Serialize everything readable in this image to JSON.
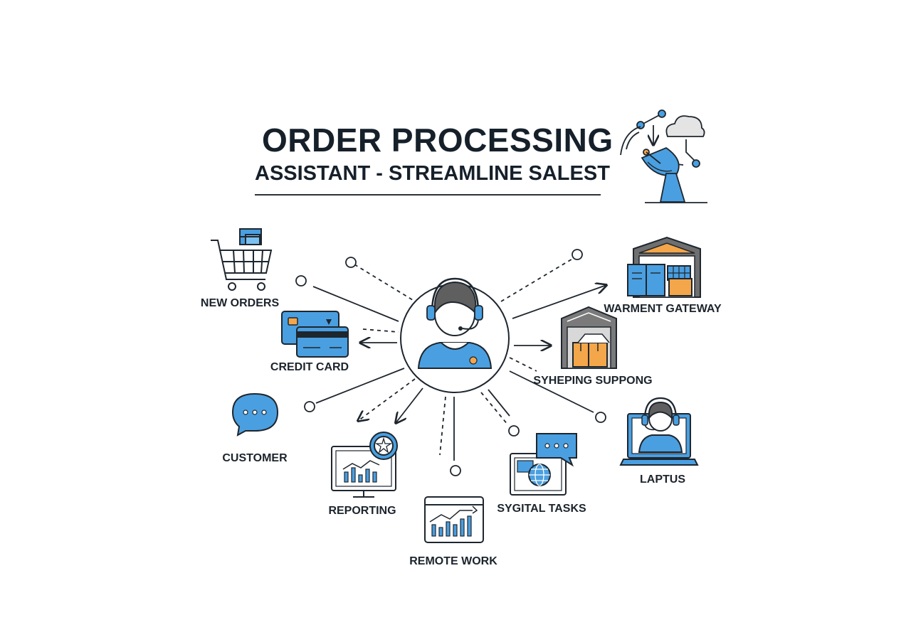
{
  "title": {
    "main": "ORDER PROCESSING",
    "sub": "ASSISTANT - STREAMLINE SALEST"
  },
  "labels": {
    "new_orders": "NEW ORDERS",
    "credit_card": "CREDIT CARD",
    "customer": "CUSTOMER",
    "reporting": "REPORTING",
    "remote_work": "REMOTE WORK",
    "sygital_tasks": "SYGITAL TASKS",
    "laptus": "LAPTUS",
    "syheping_suppong": "SYHEPING SUPPONG",
    "warment_gateway": "WARMENT GATEWAY"
  },
  "colors": {
    "accent_blue": "#4a9fe0",
    "accent_orange": "#f4a64a",
    "outline": "#1e262e",
    "gray": "#6b6b6b"
  },
  "icons": {
    "center": "support-agent-headset-icon",
    "top_right": "satellite-cloud-network-icon"
  }
}
